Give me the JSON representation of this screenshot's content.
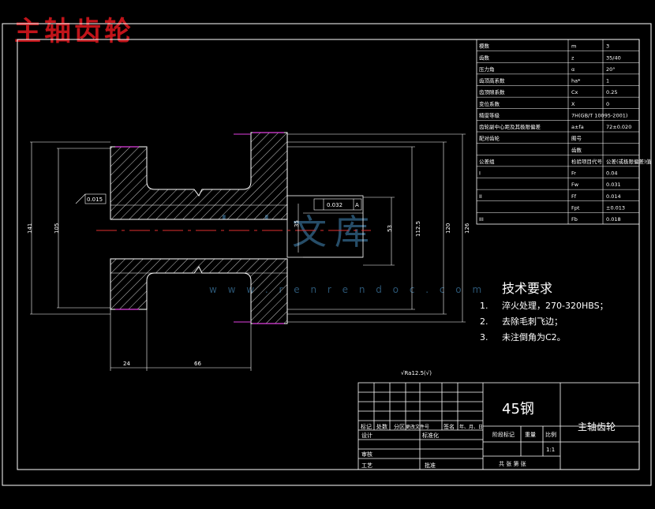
{
  "title": "主轴齿轮",
  "watermark": {
    "text": "人人文库",
    "url": "w w w . r e n r e n d o c . c o m"
  },
  "param_table": [
    [
      "模数",
      "m",
      "3"
    ],
    [
      "齿数",
      "z",
      "35/40"
    ],
    [
      "压力角",
      "α",
      "20°"
    ],
    [
      "齿顶高系数",
      "ha*",
      "1"
    ],
    [
      "齿顶隙系数",
      "Cx",
      "0.25"
    ],
    [
      "变位系数",
      "X",
      "0"
    ],
    [
      "精度等级",
      "7H(GB/T 10095-2001)",
      ""
    ],
    [
      "齿轮副中心距及其极限偏差",
      "a±fa",
      "72±0.020"
    ],
    [
      "配对齿轮",
      "图号",
      ""
    ],
    [
      "",
      "齿数",
      ""
    ],
    [
      "公差组",
      "检验项目代号",
      "公差(或极限偏差)值"
    ],
    [
      "I",
      "Fr",
      "0.04"
    ],
    [
      "",
      "Fw",
      "0.031"
    ],
    [
      "II",
      "Ff",
      "0.014"
    ],
    [
      "",
      "Fpt",
      "±0.013"
    ],
    [
      "III",
      "Fb",
      "0.018"
    ]
  ],
  "dimensions": {
    "d141": "141",
    "d105": "105",
    "d126": "126",
    "d120": "120",
    "d1125": "112.5",
    "d53": "53",
    "d35": "35",
    "w24": "24",
    "w66": "66",
    "runout": "0.015",
    "tol": "0.032",
    "datum": "A"
  },
  "tech": {
    "heading": "技术要求",
    "items": [
      {
        "n": "1.",
        "t": "淬火处理，270-320HBS；"
      },
      {
        "n": "2.",
        "t": "去除毛刺飞边；"
      },
      {
        "n": "3.",
        "t": "未注倒角为C2。"
      }
    ]
  },
  "roughness": "√Ra12.5(√)",
  "title_block": {
    "material": "45钢",
    "part_name": "主轴齿轮",
    "h_mark": "标记",
    "h_count": "处数",
    "h_zone": "分区",
    "h_docno": "更改文件号",
    "h_sign": "签名",
    "h_date": "年、月、日",
    "h_design": "设计",
    "h_std": "标准化",
    "h_review": "审核",
    "h_process": "工艺",
    "h_approve": "批准",
    "h_stage": "阶段标记",
    "h_weight": "重量",
    "h_scale": "比例",
    "scale": "1:1",
    "sheets": "共 张 第 张"
  }
}
